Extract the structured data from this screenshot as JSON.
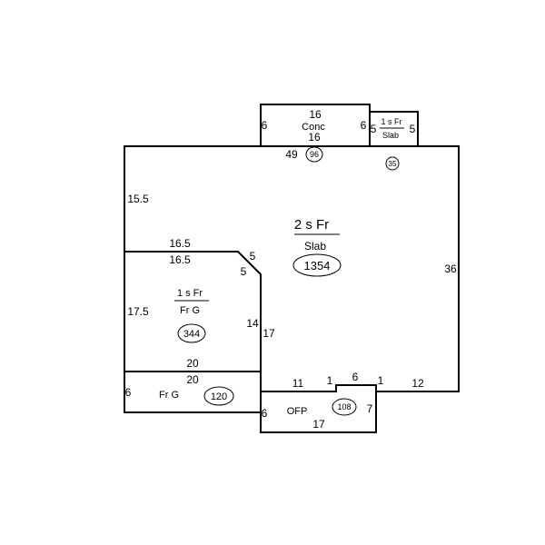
{
  "main_house": {
    "label_top": "2 s Fr",
    "label_bottom": "Slab",
    "area": "1354",
    "dims": {
      "top": "49",
      "left": "15.5",
      "right": "36",
      "bottom_right": "12"
    }
  },
  "conc_patio": {
    "label": "Conc",
    "area": "96",
    "dims": {
      "top": "16",
      "bottom": "16",
      "left": "6",
      "right": "6"
    }
  },
  "small_slab": {
    "label_top": "1 s Fr",
    "label_bottom": "Slab",
    "area": "35",
    "dims": {
      "left": "5",
      "right": "5"
    }
  },
  "one_story": {
    "label_top": "1 s Fr",
    "label_bottom": "Fr G",
    "area": "344",
    "dims": {
      "top_outer": "16.5",
      "top_inner": "16.5",
      "chamfer_a": "5",
      "chamfer_b": "5",
      "left": "17.5",
      "right_inner": "14",
      "right_outer": "17",
      "bottom_inner": "20"
    }
  },
  "garage": {
    "label": "Fr G",
    "area": "120",
    "dims": {
      "top": "20",
      "left": "6",
      "right": "6"
    }
  },
  "porch": {
    "label": "OFP",
    "area": "108",
    "dims": {
      "top_left": "11",
      "step_left": "1",
      "step_top": "6",
      "step_right": "1",
      "right": "7",
      "bottom": "17"
    }
  }
}
